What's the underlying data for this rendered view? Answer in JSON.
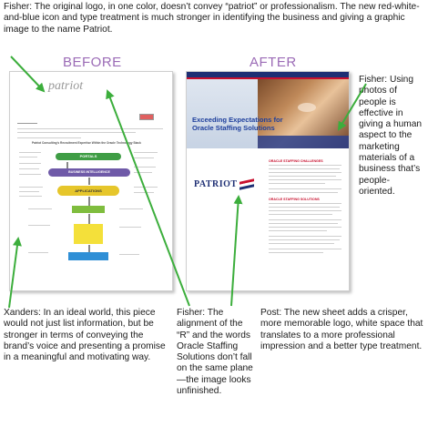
{
  "captions": {
    "top": "Fisher: The original logo, in one color, doesn’t convey “patriot” or professionalism. The new red-white-and-blue icon and type treatment is much stronger in identifying the business and giving a graphic image to the name Patriot.",
    "right": "Fisher: Using photos of people is effective in giving a human aspect to the marketing materials of a business that’s people-oriented.",
    "bottom_left": "Xanders: In an ideal world, this piece would not just list information, but be stronger in terms of conveying the brand’s voice and presenting a promise in a meaningful and motivating way.",
    "bottom_mid": "Fisher: The alignment of the “R” and the words Oracle Staffing Solutions don’t fall on the same plane—the image looks unfinished.",
    "bottom_right": "Post: The new sheet adds a crisper, more memorable logo, white space that translates to a more professional impression and a better type treatment."
  },
  "labels": {
    "before": "BEFORE",
    "after": "AFTER"
  },
  "before_page": {
    "logo": "patriot",
    "heading": "Patriot Consulting’s Recruitment Expertise Within the Oracle Technology Stack",
    "nodes": [
      "PORTALS",
      "BUSINESS INTELLIGENCE",
      "APPLICATIONS"
    ]
  },
  "after_page": {
    "headline": "Exceeding Expectations for Oracle Staffing Solutions",
    "logo": "PATRIOT",
    "section1": "ORACLE STAFFING CHALLENGES",
    "section2": "ORACLE STAFFING SOLUTIONS"
  },
  "colors": {
    "label": "#9b6bb6",
    "pointer": "#3cae3c",
    "navy": "#1e2f74",
    "red": "#c8102e"
  }
}
